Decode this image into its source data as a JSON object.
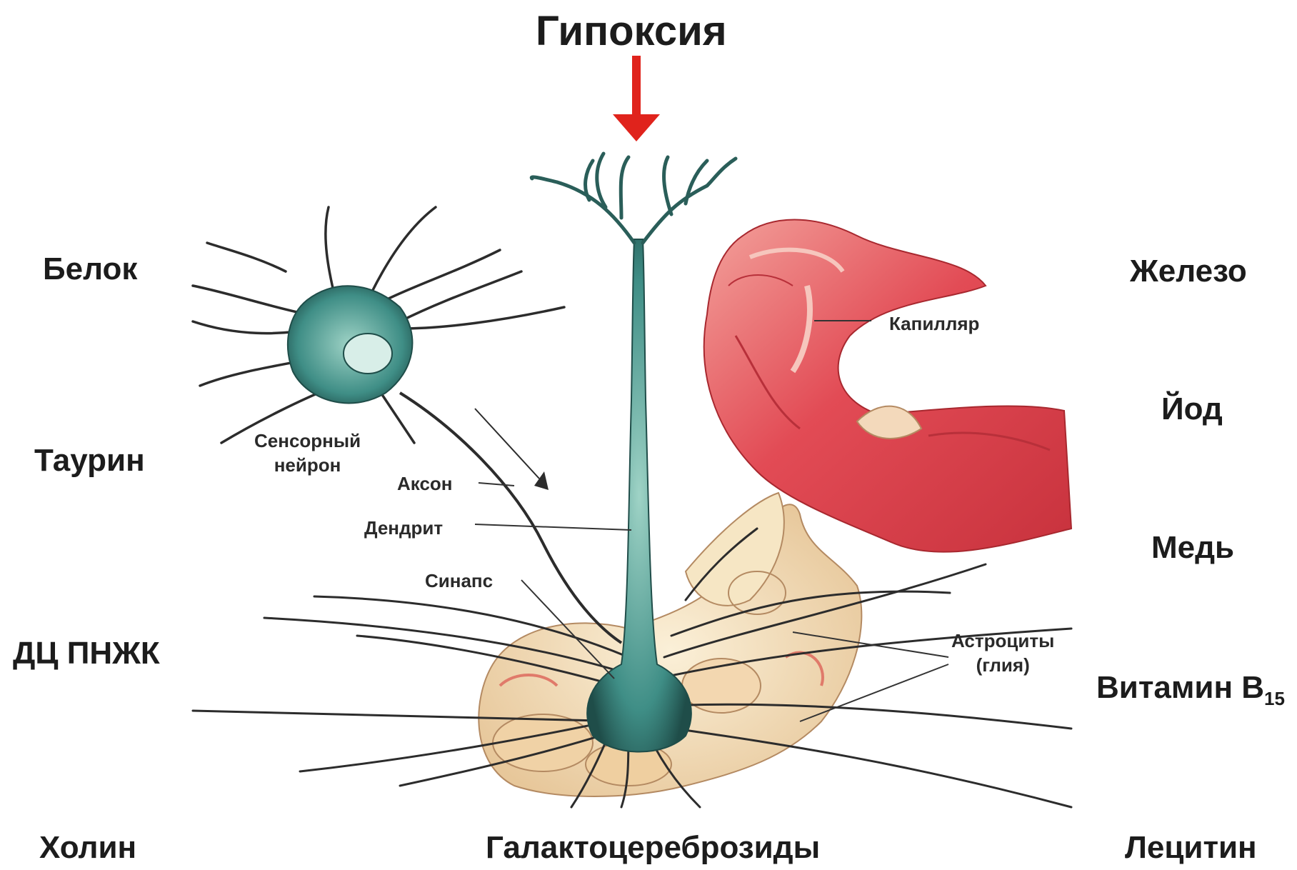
{
  "title": "Гипоксия",
  "left_labels": [
    "Белок",
    "Таурин",
    "ДЦ ПНЖК",
    "Холин"
  ],
  "right_labels": [
    "Железо",
    "Йод",
    "Медь"
  ],
  "vitamin": {
    "text": "Витамин B",
    "sub": "15"
  },
  "bottom_left": "Холин",
  "bottom_center": "Галактоцереброзиды",
  "bottom_right": "Лецитин",
  "annotations": {
    "sensory_neuron_line1": "Сенсорный",
    "sensory_neuron_line2": "нейрон",
    "axon": "Аксон",
    "dendrite": "Дендрит",
    "synapse": "Синапс",
    "capillary": "Капилляр",
    "astrocytes_line1": "Астроциты",
    "astrocytes_line2": "(глия)"
  },
  "colors": {
    "arrow": "#e0231c",
    "neuron": "#3f8e86",
    "neuron_dark": "#1f4d49",
    "capillary": "#e24b55",
    "capillary_light": "#f4b0a6",
    "glia": "#f1ddb6",
    "fiber": "#2c2c2c"
  }
}
